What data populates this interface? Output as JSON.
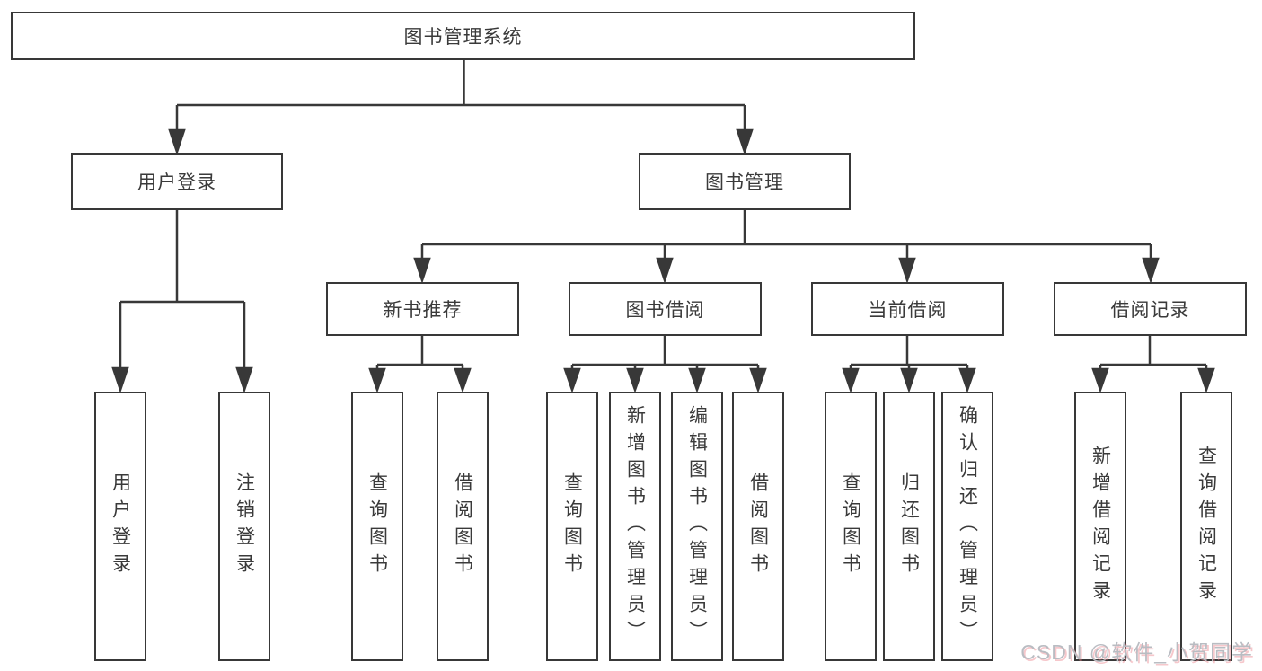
{
  "diagram": {
    "type": "hierarchy-tree",
    "root": {
      "label": "图书管理系统"
    },
    "user_branch": {
      "label": "用户登录",
      "leaves": [
        "用户登录",
        "注销登录"
      ]
    },
    "mgmt_branch": {
      "label": "图书管理",
      "sections": [
        {
          "label": "新书推荐",
          "leaves": [
            "查询图书",
            "借阅图书"
          ]
        },
        {
          "label": "图书借阅",
          "leaves": [
            "查询图书",
            "新增图书（管理员）",
            "编辑图书（管理员）",
            "借阅图书"
          ]
        },
        {
          "label": "当前借阅",
          "leaves": [
            "查询图书",
            "归还图书",
            "确认归还（管理员）"
          ]
        },
        {
          "label": "借阅记录",
          "leaves": [
            "新增借阅记录",
            "查询借阅记录"
          ]
        }
      ]
    }
  },
  "watermark": {
    "text": "CSDN @软件_小贺同学"
  },
  "colors": {
    "line": "#383838",
    "box_border": "#383838",
    "box_background": "#ffffff",
    "text": "#3a3a3a",
    "watermark_text": "#b9bcc2",
    "watermark_shadow": "#eb828c",
    "page_background": "#ffffff"
  }
}
